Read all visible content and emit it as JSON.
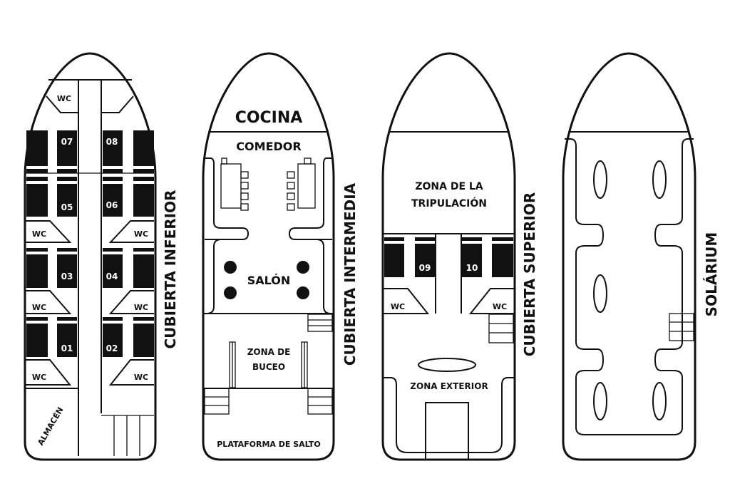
{
  "decks": [
    {
      "title": "CUBIERTA INFERIOR",
      "cabins": [
        "07",
        "08",
        "05",
        "06",
        "03",
        "04",
        "01",
        "02"
      ],
      "wc_label": "WC",
      "storage": "ALMACÉN"
    },
    {
      "title": "CUBIERTA INTERMEDIA",
      "kitchen": "COCINA",
      "dining": "COMEDOR",
      "lounge": "SALÓN",
      "dive_zone_1": "ZONA DE",
      "dive_zone_2": "BUCEO",
      "platform": "PLATAFORMA DE SALTO"
    },
    {
      "title": "CUBIERTA SUPERIOR",
      "crew_1": "ZONA DE LA",
      "crew_2": "TRIPULACIÓN",
      "cabins": [
        "09",
        "10"
      ],
      "wc_label": "WC",
      "exterior": "ZONA EXTERIOR"
    },
    {
      "title": "SOLÁRIUM"
    }
  ]
}
